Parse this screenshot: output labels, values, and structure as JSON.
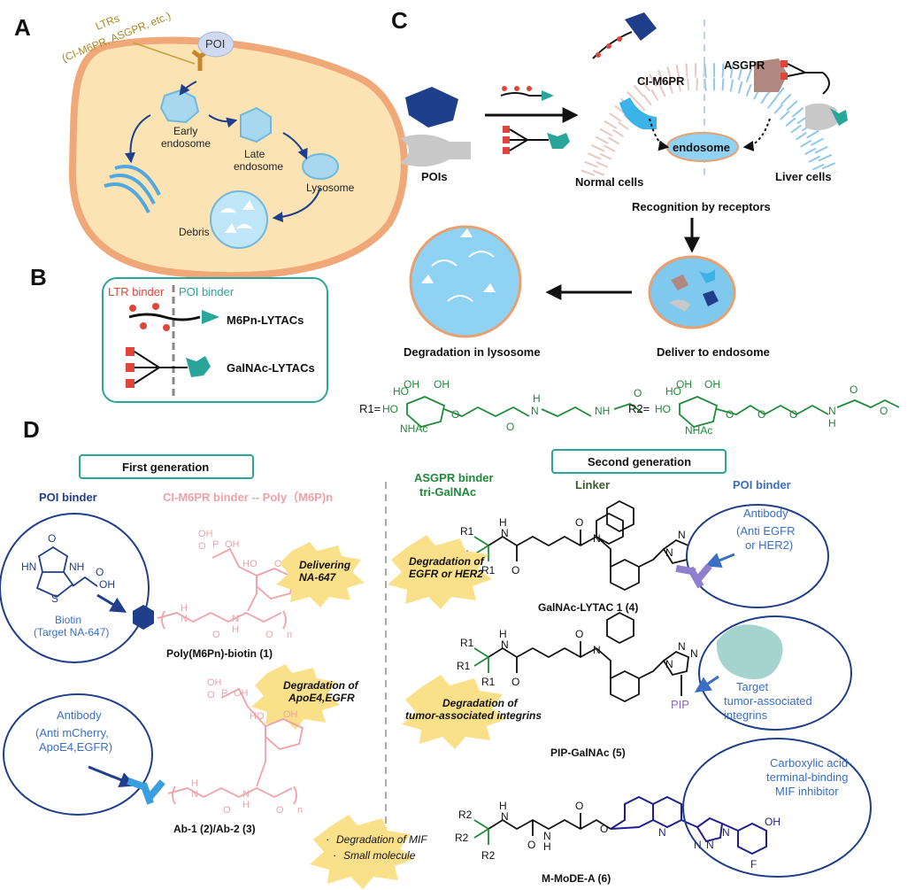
{
  "panels": {
    "a": "A",
    "b": "B",
    "c": "C",
    "d": "D"
  },
  "panelA": {
    "ltrs_line1": "LTRs",
    "ltrs_line2": "(CI-M6PR, ASGPR, etc.)",
    "poi": "POI",
    "early_endosome_1": "Early",
    "early_endosome_2": "endosome",
    "late_endosome_1": "Late",
    "late_endosome_2": "endosome",
    "lysosome": "Lysosome",
    "debris": "Debris"
  },
  "panelB": {
    "ltr_binder": "LTR binder",
    "poi_binder": "POI binder",
    "m6pn": "M6Pn-LYTACs",
    "galnac": "GalNAc-LYTACs"
  },
  "panelC": {
    "pois": "POIs",
    "ci_m6pr": "CI-M6PR",
    "asgpr": "ASGPR",
    "endosome": "endosome",
    "normal_cells": "Normal cells",
    "liver_cells": "Liver cells",
    "recognition": "Recognition by receptors",
    "deliver": "Deliver to endosome",
    "degradation": "Degradation in lysosome"
  },
  "r_groups": {
    "r1": "R1=",
    "r2": "R2=",
    "oh": "OH",
    "ho": "HO",
    "nhac": "NHAc",
    "o": "O",
    "n": "N",
    "h": "H",
    "nh": "NH"
  },
  "panelD": {
    "first_generation": "First generation",
    "second_generation": "Second generation",
    "poi_binder": "POI binder",
    "ci_m6pr_binder": "CI-M6PR binder -- Poly（M6P)n",
    "biotin": "Biotin",
    "target_na647": "(Target NA-647)",
    "delivering_1": "Delivering",
    "delivering_2": "NA-647",
    "poly_m6pn_biotin": "Poly(M6Pn)-biotin (1)",
    "antibody": "Antibody",
    "anti_mcherry_1": "(Anti mCherry,",
    "anti_mcherry_2": "ApoE4,EGFR)",
    "degradation_apoe4_1": "Degradation of",
    "degradation_apoe4_2": "ApoE4,EGFR",
    "ab_label": "Ab-1 (2)/Ab-2 (3)",
    "asgpr_binder_1": "ASGPR binder",
    "asgpr_binder_2": "tri-GalNAc",
    "linker": "Linker",
    "poi_binder_2": "POI binder",
    "antibody_2": "Antibody",
    "anti_egfr_1": "(Anti  EGFR",
    "anti_egfr_2": "or HER2)",
    "degradation_egfr_1": "Degradation of",
    "degradation_egfr_2": "EGFR or HER2",
    "galnac_lytac": "GalNAc-LYTAC 1 (4)",
    "pip": "PIP",
    "target_1": "Target",
    "target_2": "tumor-associated",
    "target_3": "integrins",
    "degradation_integrins_1": "Degradation of",
    "degradation_integrins_2": "tumor-associated integrins",
    "pip_galnac": "PIP-GalNAc (5)",
    "carboxylic_1": "Carboxylic acid-",
    "carboxylic_2": "terminal-binding",
    "carboxylic_3": "MIF inhibitor",
    "degradation_mif": "Degradation of  MIF",
    "small_molecule": "Small molecule",
    "m_mode": "M-MoDE-A (6)",
    "r1": "R1",
    "r2": "R2",
    "n": "N",
    "h": "H",
    "o": "O",
    "oh": "OH",
    "ho": "HO",
    "p": "P",
    "s": "S",
    "hn": "HN",
    "nh": "NH",
    "f": "F",
    "sub_n": "n",
    "bullet": "·"
  },
  "colors": {
    "cell_fill": "#fbe3b4",
    "cell_border": "#f0a878",
    "teal": "#2aa59a",
    "navy": "#1f3f8a",
    "pink": "#f0a0a8",
    "green": "#1f8a3a",
    "blue_text": "#3a6fc4",
    "light_blue": "#7fc8ee",
    "purple": "#8f7fcc",
    "yellow_burst": "#fbe08a",
    "red": "#e0453a"
  }
}
